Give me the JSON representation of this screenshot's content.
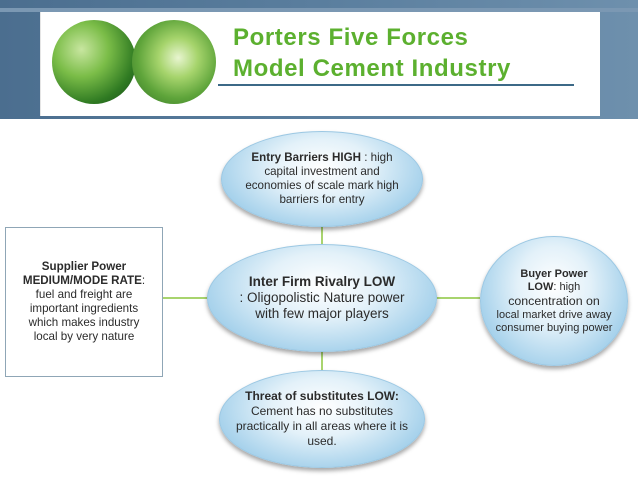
{
  "header": {
    "title_line1": "Porters Five Forces",
    "title_line2": "Model Cement Industry"
  },
  "colors": {
    "title": "#5cb02f",
    "band": "#5a7e9e",
    "node_fill": "#a9d3ec",
    "connector": "#8cc63f"
  },
  "nodes": {
    "top": {
      "lead": "Entry Barriers HIGH",
      "rest": " : high capital investment and economies of scale mark high barriers for entry"
    },
    "center": {
      "lead": "Inter Firm Rivalry LOW",
      "rest": ": Oligopolistic Nature power with few major players"
    },
    "bottom": {
      "lead": "Threat of substitutes LOW:",
      "rest": "Cement has no substitutes practically in all areas where it is used."
    },
    "left": {
      "lead": "Supplier Power MEDIUM/MODE RATE",
      "rest": ": fuel and freight are important ingredients which makes industry local by very nature"
    },
    "right": {
      "lead1": "Buyer Power",
      "lead2": "LOW",
      "rest1": ": high",
      "rest2": "concentration on",
      "rest3": "local market drive away consumer buying power"
    }
  }
}
